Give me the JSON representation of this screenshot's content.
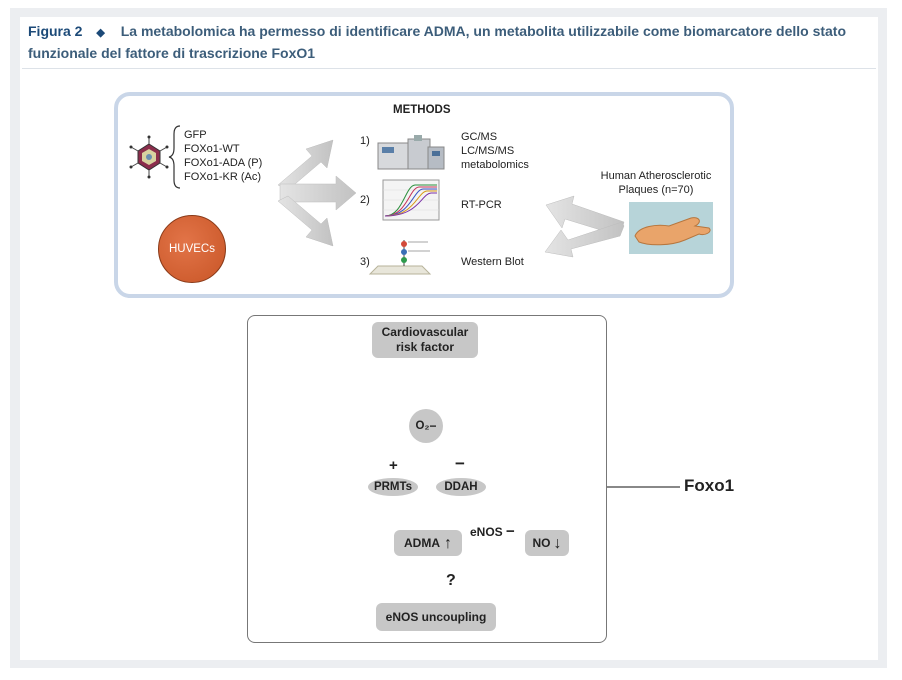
{
  "caption": {
    "figure_label": "Figura 2",
    "text": "La metabolomica ha permesso di identificare ADMA, un metabolita utilizzabile come biomarcatore dello stato funzionale del fattore di trascrizione FoxO1"
  },
  "methods": {
    "title": "METHODS",
    "constructs": [
      "GFP",
      "FOXo1-WT",
      "FOXo1-ADA (P)",
      "FOXo1-KR (Ac)"
    ],
    "cells": "HUVECs",
    "steps": [
      {
        "num": "1)",
        "label": "GC/MS\nLC/MS/MS\nmetabolomics"
      },
      {
        "num": "2)",
        "label": "RT-PCR"
      },
      {
        "num": "3)",
        "label": "Western Blot"
      }
    ],
    "sample": "Human Atherosclerotic\nPlaques (n=70)"
  },
  "pathway": {
    "risk_factor": "Cardiovascular\nrisk factor",
    "superoxide": "O₂",
    "superoxide_charge": "−",
    "plus": "+",
    "minus": "−",
    "prmts": "PRMTs",
    "ddah": "DDAH",
    "adma": "ADMA",
    "adma_arrow": "↑",
    "enos_label": "eNOS",
    "enos_minus": "−",
    "no": "NO",
    "no_arrow": "↓",
    "question": "?",
    "uncoupling": "eNOS uncoupling",
    "foxo1": "Foxo1"
  },
  "colors": {
    "accent": "#1c4a78",
    "panel_border": "#c9d6e8",
    "pill_gray": "#c7c7c7",
    "huvec_orange": "#d8602e"
  },
  "icons": [
    "virus-icon",
    "mass-spectrometer-icon",
    "pcr-curve-icon",
    "western-blot-icon",
    "plaque-photo"
  ]
}
